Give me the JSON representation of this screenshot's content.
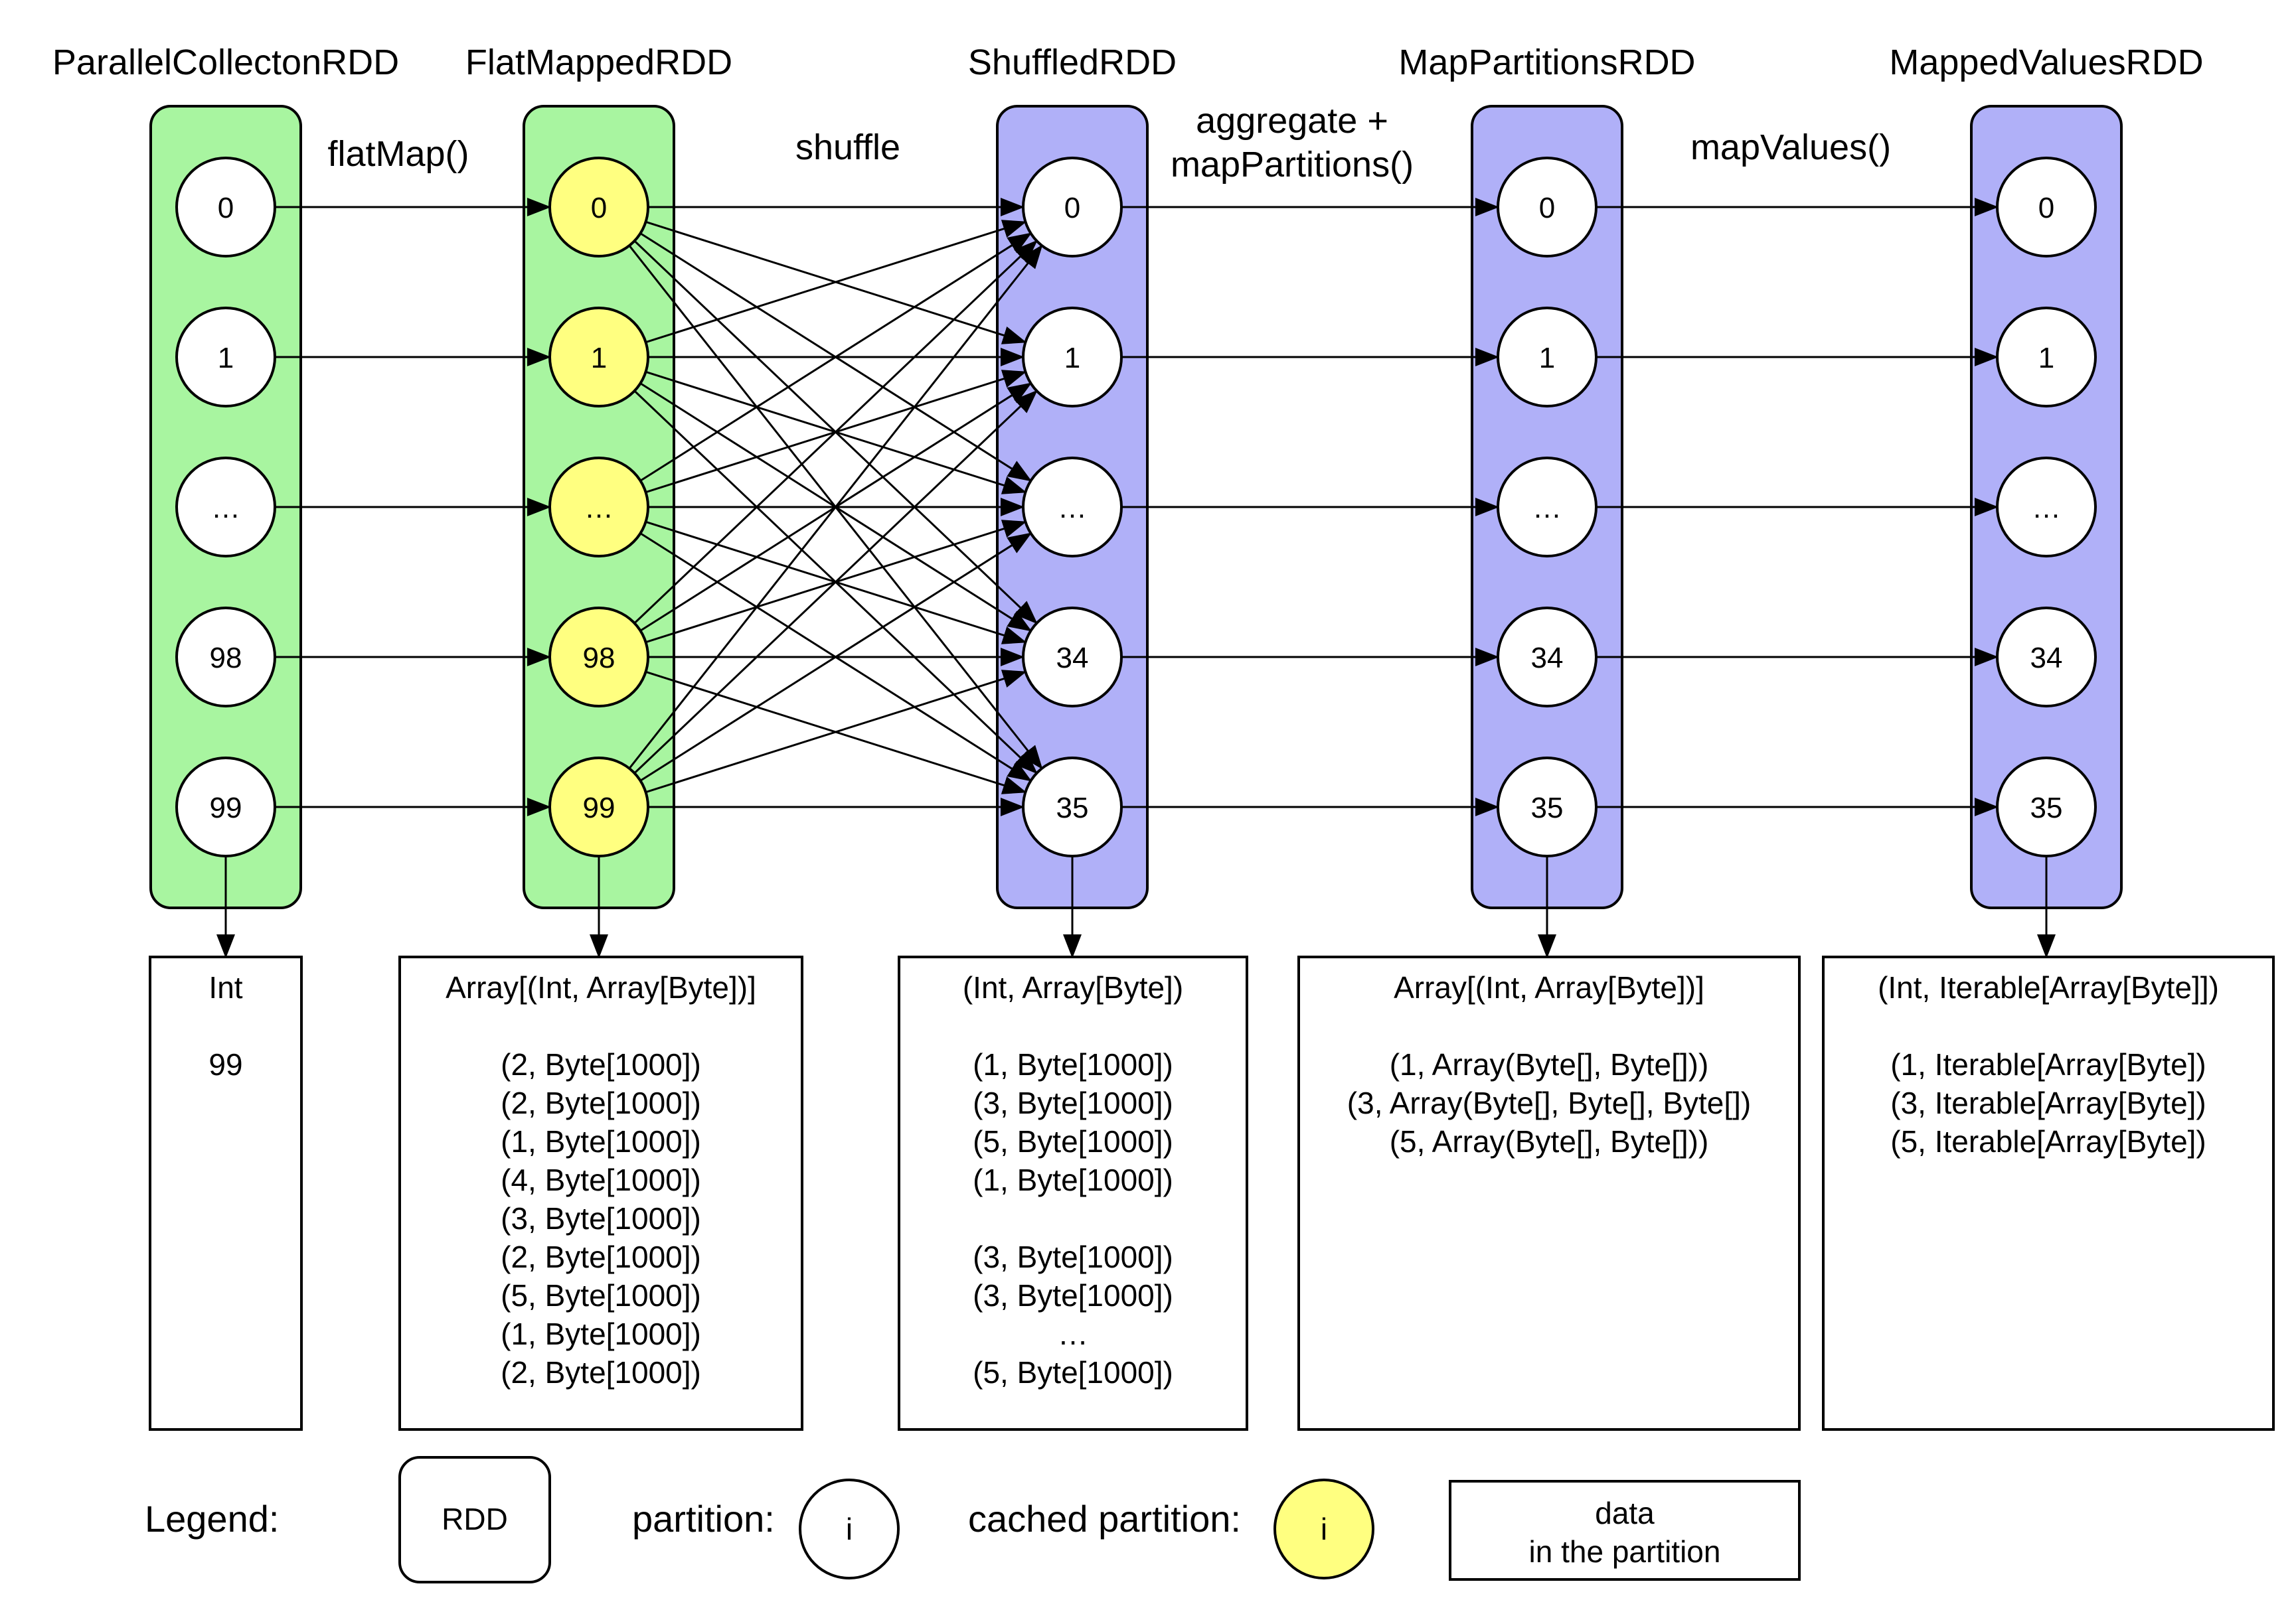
{
  "colors": {
    "green": "#a8f5a0",
    "blue": "#b0b0f8",
    "yellow": "#ffff80"
  },
  "operations": {
    "flatmap": "flatMap()",
    "shuffle": "shuffle",
    "aggregate_1": "aggregate +",
    "aggregate_2": "mapPartitions()",
    "mapvalues": "mapValues()"
  },
  "rdds": [
    {
      "title": "ParallelCollectonRDD",
      "color": "green",
      "cached": false,
      "partitions": [
        "0",
        "1",
        "…",
        "98",
        "99"
      ],
      "data": [
        "Int",
        "",
        "99"
      ]
    },
    {
      "title": "FlatMappedRDD",
      "color": "green",
      "cached": true,
      "partitions": [
        "0",
        "1",
        "…",
        "98",
        "99"
      ],
      "data": [
        "Array[(Int, Array[Byte])]",
        "",
        "(2, Byte[1000])",
        "(2, Byte[1000])",
        "(1, Byte[1000])",
        "(4, Byte[1000])",
        "(3, Byte[1000])",
        "(2, Byte[1000])",
        "(5, Byte[1000])",
        "(1, Byte[1000])",
        "(2, Byte[1000])"
      ]
    },
    {
      "title": "ShuffledRDD",
      "color": "blue",
      "cached": false,
      "partitions": [
        "0",
        "1",
        "…",
        "34",
        "35"
      ],
      "data": [
        "(Int, Array[Byte])",
        "",
        "(1, Byte[1000])",
        "(3, Byte[1000])",
        "(5, Byte[1000])",
        "(1, Byte[1000])",
        "",
        "(3, Byte[1000])",
        "(3, Byte[1000])",
        "…",
        "(5, Byte[1000])"
      ]
    },
    {
      "title": "MapPartitionsRDD",
      "color": "blue",
      "cached": false,
      "partitions": [
        "0",
        "1",
        "…",
        "34",
        "35"
      ],
      "data": [
        "Array[(Int, Array[Byte])]",
        "",
        "(1, Array(Byte[], Byte[]))",
        "(3, Array(Byte[], Byte[], Byte[])",
        "(5, Array(Byte[], Byte[]))"
      ]
    },
    {
      "title": "MappedValuesRDD",
      "color": "blue",
      "cached": false,
      "partitions": [
        "0",
        "1",
        "…",
        "34",
        "35"
      ],
      "data": [
        "(Int, Iterable[Array[Byte]])",
        "",
        "(1, Iterable[Array[Byte])",
        "(3, Iterable[Array[Byte])",
        "(5, Iterable[Array[Byte])"
      ]
    }
  ],
  "legend": {
    "label": "Legend:",
    "rdd": "RDD",
    "partition_label": "partition:",
    "partition_symbol": "i",
    "cached_label": "cached partition:",
    "cached_symbol": "i",
    "data_1": "data",
    "data_2": "in the partition"
  }
}
